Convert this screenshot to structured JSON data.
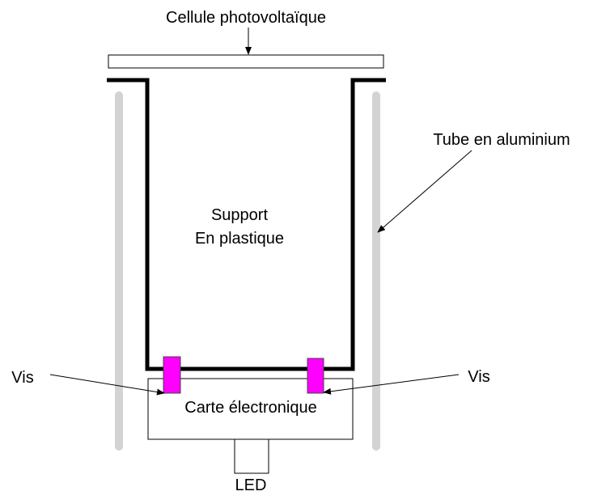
{
  "labels": {
    "solar_cell": "Cellule photovoltaïque",
    "tube": "Tube en aluminium",
    "support_line1": "Support",
    "support_line2": "En plastique",
    "screw_left": "Vis",
    "screw_right": "Vis",
    "board": "Carte électronique",
    "led": "LED"
  },
  "colors": {
    "tube": "#d3d3d3",
    "support": "#000000",
    "screws": "#ff00ff",
    "outline": "#000000"
  }
}
